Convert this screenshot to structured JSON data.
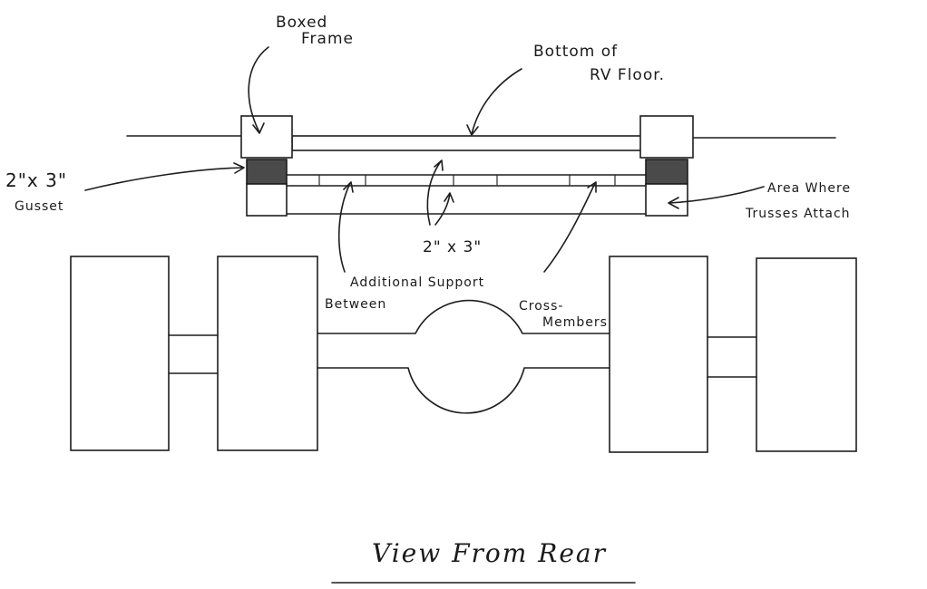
{
  "labels": {
    "boxed_frame_line1": "Boxed",
    "boxed_frame_line2": "Frame",
    "rv_floor_line1": "Bottom of",
    "rv_floor_line2": "RV Floor.",
    "gusset_line1": "2\"x 3\"",
    "gusset_line2": "Gusset",
    "trusses_line1": "Area Where",
    "trusses_line2": "Trusses Attach",
    "center_dim": "2\" x 3\"",
    "support_line1": "Additional Support",
    "support_line2": "Between",
    "support_line3": "Cross-",
    "support_line4": "Members",
    "view_title": "View From Rear"
  },
  "colors": {
    "ink": "#1e1e1e",
    "gusset_fill": "#4a4a4a",
    "paper": "#ffffff"
  }
}
